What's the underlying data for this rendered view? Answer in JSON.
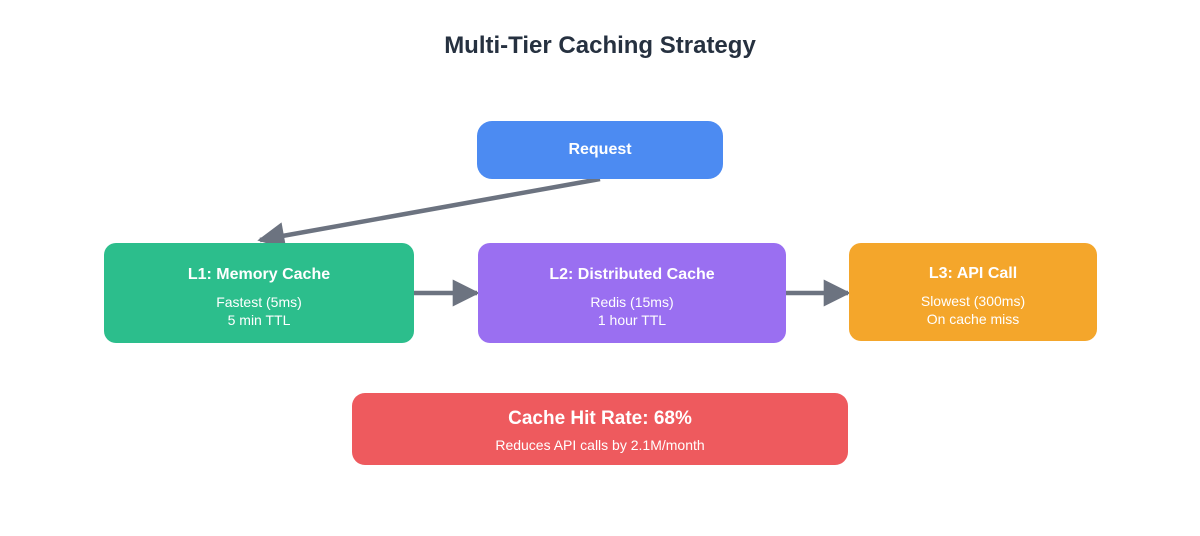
{
  "title": "Multi-Tier Caching Strategy",
  "colors": {
    "title": "#263140",
    "arrow": "#6C7380",
    "request": "#4C8BF2",
    "l1": "#2CBE8C",
    "l2": "#9A6FF1",
    "l3": "#F4A62B",
    "summary": "#EE5A5E",
    "node_text": "#FFFFFF"
  },
  "nodes": {
    "request": {
      "label": "Request"
    },
    "l1": {
      "title": "L1: Memory Cache",
      "line1": "Fastest (5ms)",
      "line2": "5 min TTL"
    },
    "l2": {
      "title": "L2: Distributed Cache",
      "line1": "Redis (15ms)",
      "line2": "1 hour TTL"
    },
    "l3": {
      "title": "L3: API Call",
      "line1": "Slowest (300ms)",
      "line2": "On cache miss"
    }
  },
  "summary": {
    "title": "Cache Hit Rate: 68%",
    "subtitle": "Reduces API calls by 2.1M/month"
  },
  "edges": [
    {
      "from": "request",
      "to": "l1"
    },
    {
      "from": "l1",
      "to": "l2"
    },
    {
      "from": "l2",
      "to": "l3"
    }
  ]
}
